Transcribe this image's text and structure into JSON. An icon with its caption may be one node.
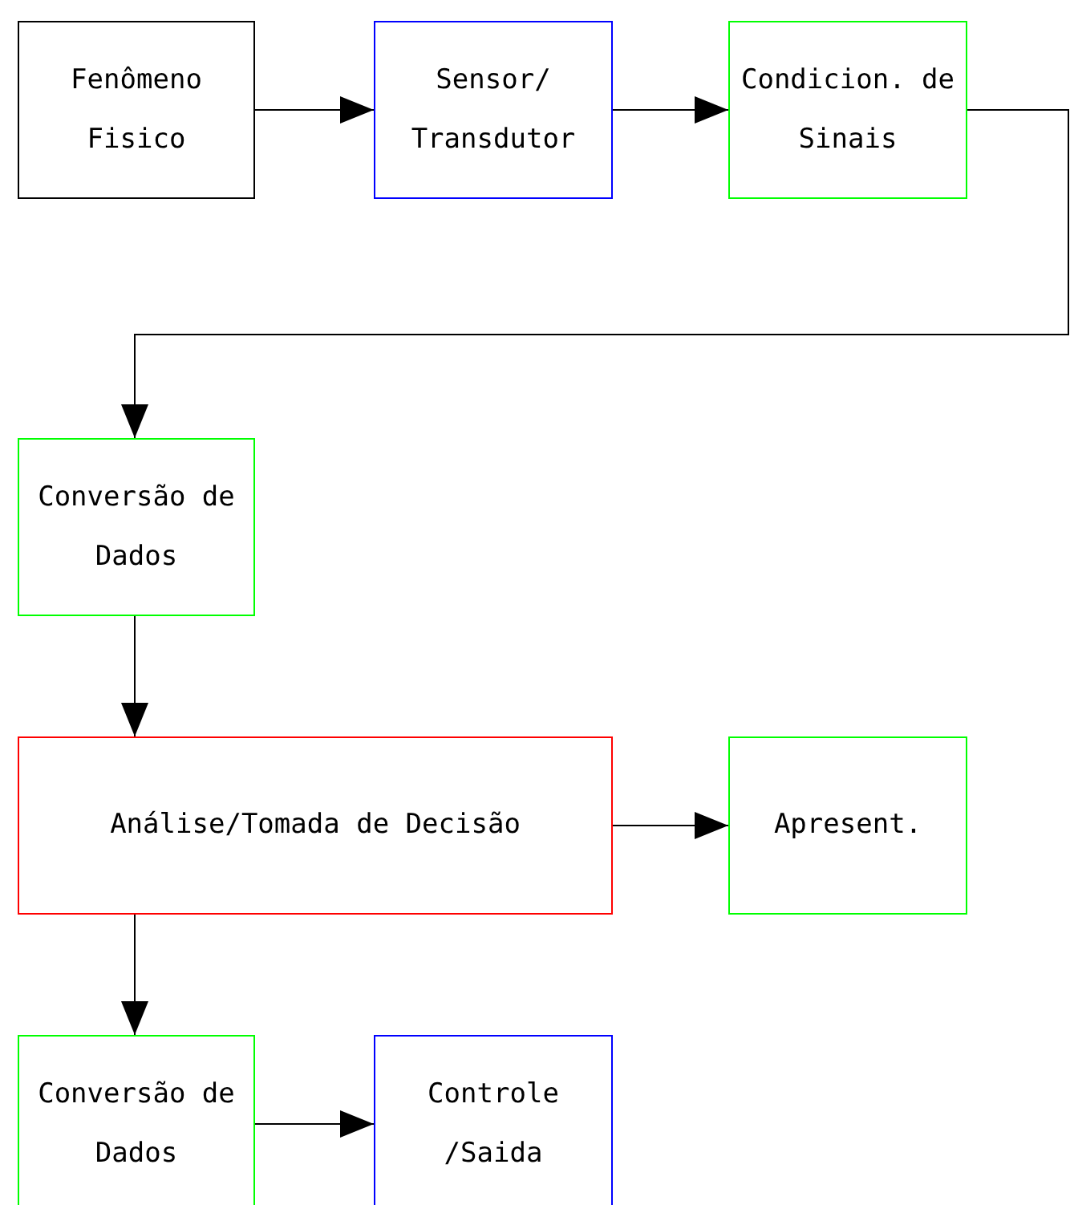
{
  "diagram": {
    "nodes": [
      {
        "text": [
          "Fenômeno Fisico"
        ]
      },
      {
        "text": [
          "Sensor/ Transdutor"
        ]
      },
      {
        "text": [
          "Condicion. de Sinais"
        ]
      },
      {
        "text": [
          "Conversão de Dados"
        ]
      },
      {
        "text": [
          "Análise/Tomada de Decisão"
        ]
      },
      {
        "text": [
          "Apresent."
        ]
      },
      {
        "text": [
          "Conversão de Dados"
        ]
      },
      {
        "text": [
          "Controle /Saida"
        ]
      }
    ],
    "edges": [
      {
        "from": 0,
        "to": 1,
        "arrow": "to"
      },
      {
        "from": 1,
        "to": 2,
        "arrow": "to"
      },
      {
        "from": 2,
        "to": 3,
        "arrow": "to"
      },
      {
        "from": 3,
        "to": 4,
        "arrow": "to"
      },
      {
        "from": 4,
        "to": 5,
        "arrow": "to"
      },
      {
        "from": 4,
        "to": 6,
        "arrow": "to"
      },
      {
        "from": 6,
        "to": 7,
        "arrow": "to"
      }
    ]
  }
}
